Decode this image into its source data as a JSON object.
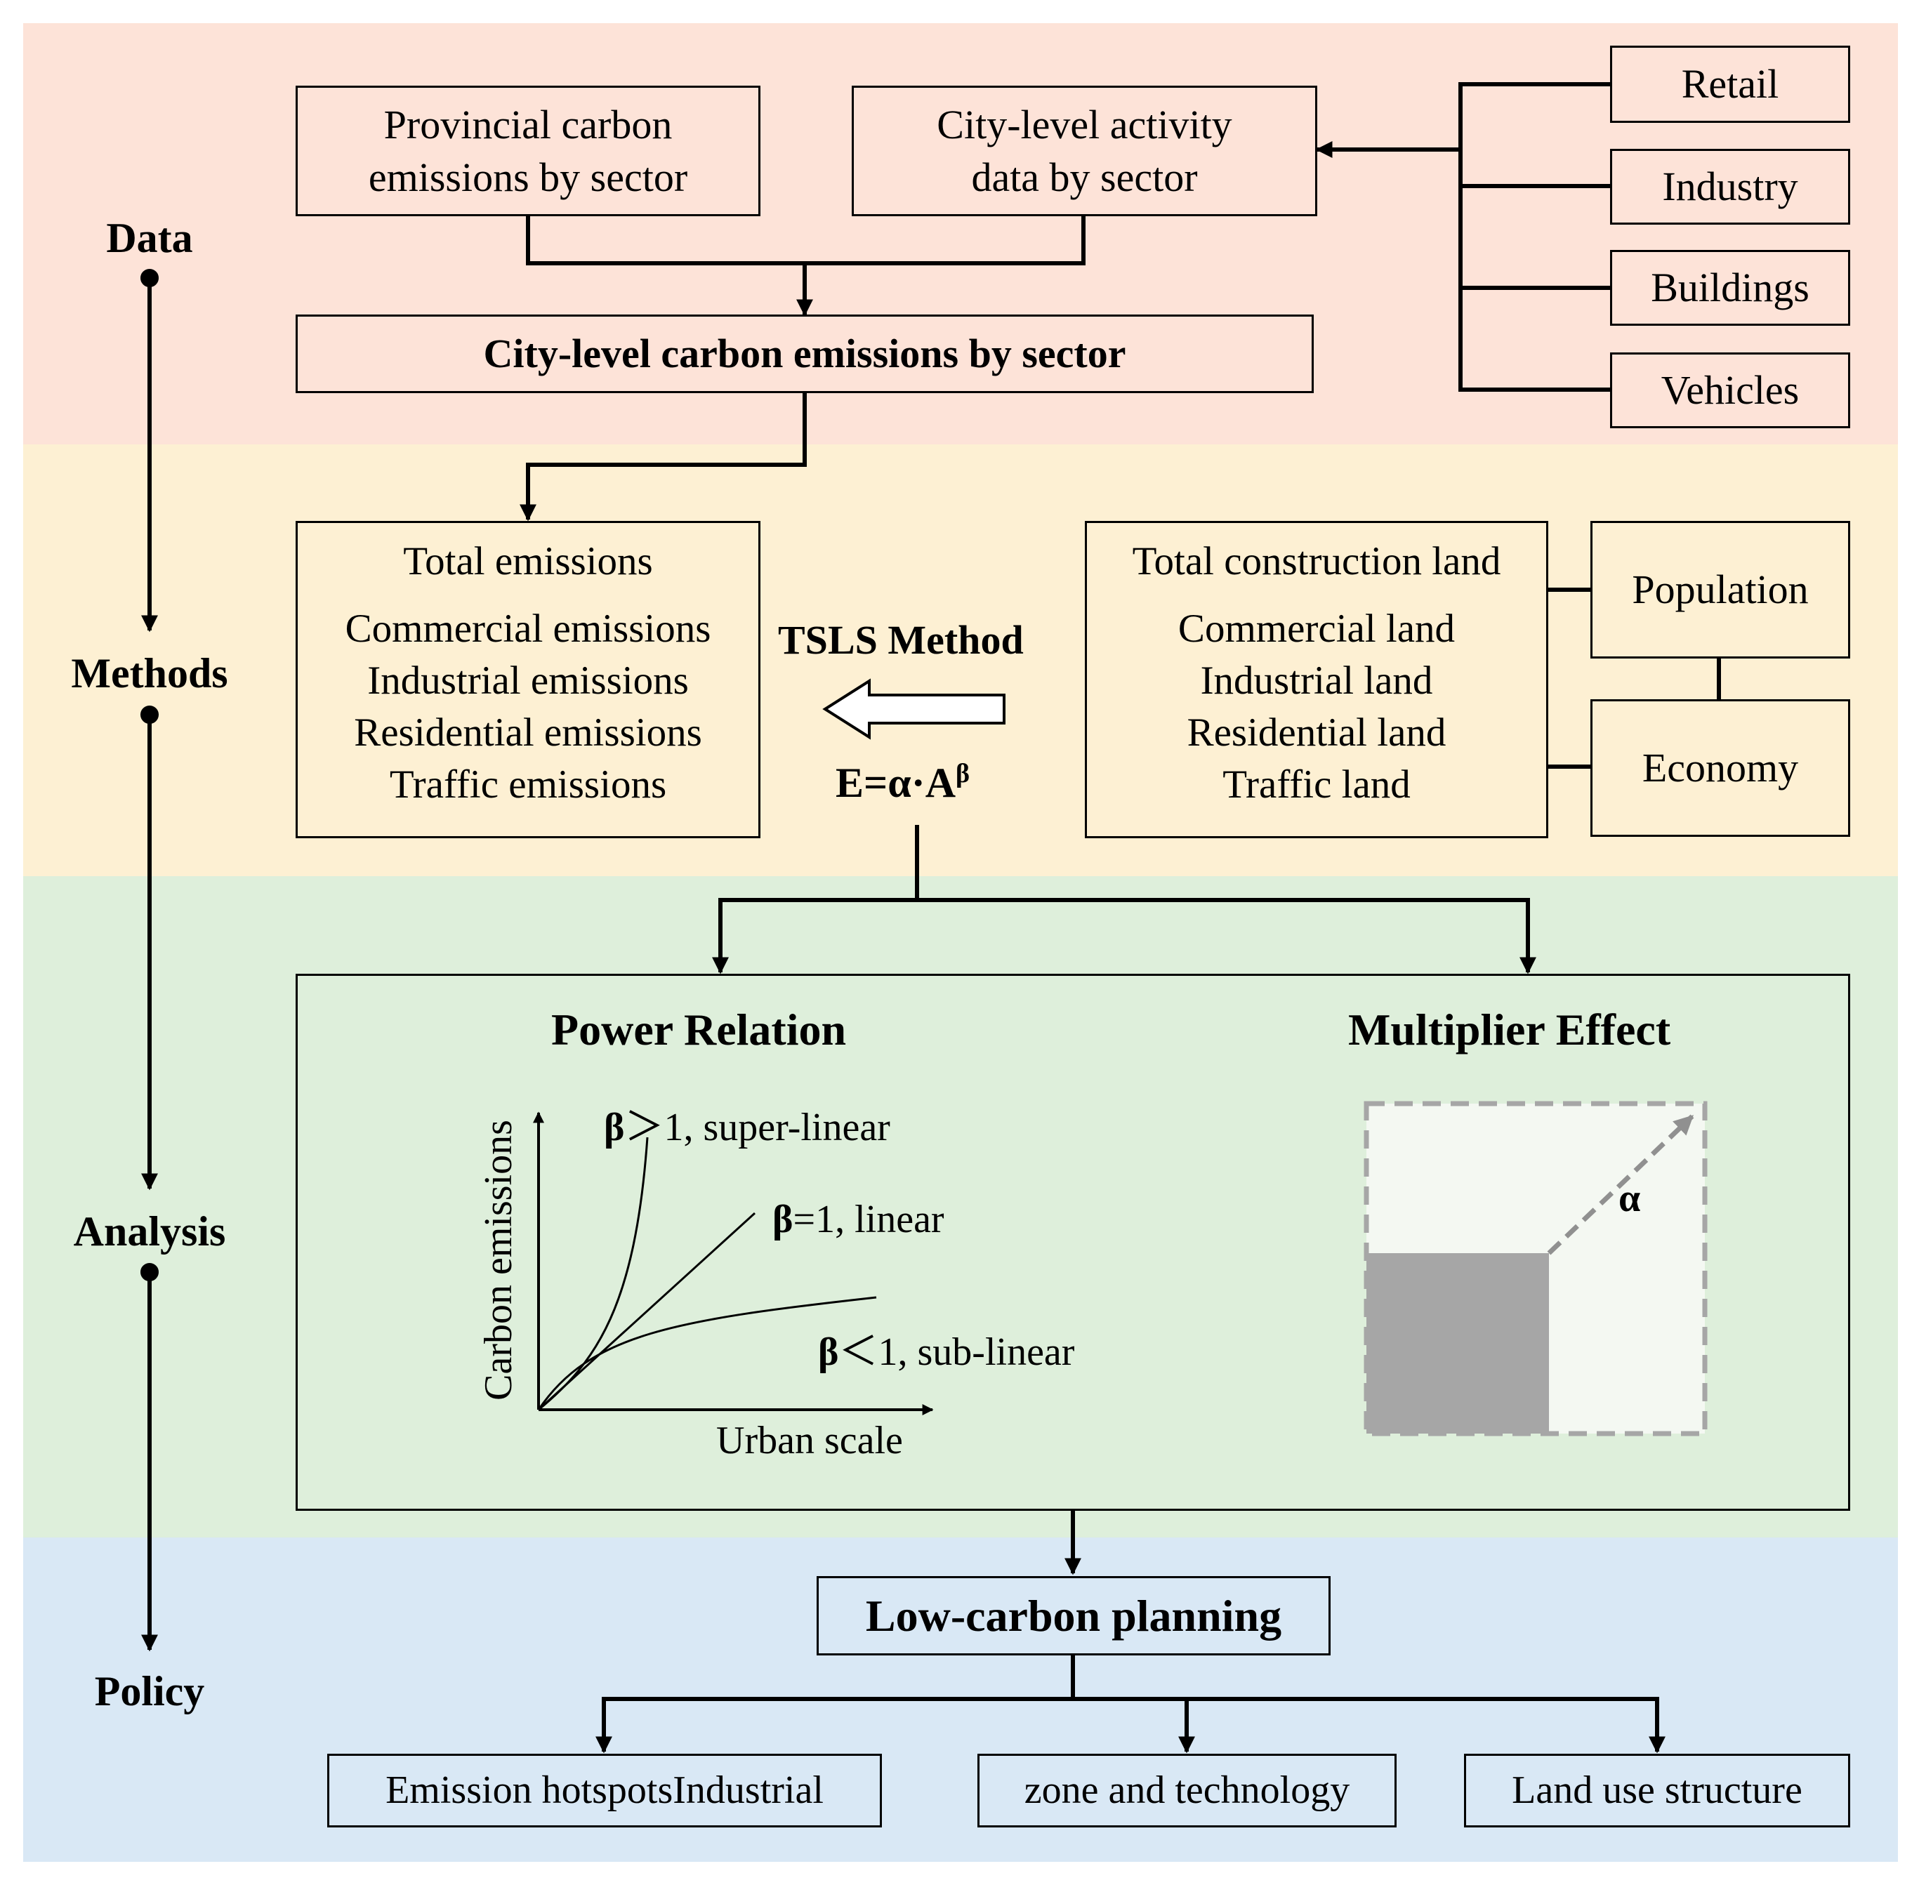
{
  "colors": {
    "data_band": "#fde3d8",
    "methods_band": "#fdf0d3",
    "analysis_band": "#deefdb",
    "policy_band": "#d9e8f5",
    "square_fill": "#a6a6a6",
    "dashed_fill": "#f4f8f2",
    "dash_color": "#a6a6a6"
  },
  "stages": [
    "Data",
    "Methods",
    "Analysis",
    "Policy"
  ],
  "data": {
    "provincial_box": [
      "Provincial carbon",
      "emissions by sector"
    ],
    "activity_box": [
      "City-level activity",
      "data by sector"
    ],
    "sectors": [
      "Retail",
      "Industry",
      "Buildings",
      "Vehicles"
    ],
    "city_emissions_box": "City-level carbon emissions by sector"
  },
  "methods": {
    "emissions_box": {
      "title": "Total emissions",
      "items": [
        "Commercial emissions",
        "Industrial emissions",
        "Residential emissions",
        "Traffic emissions"
      ]
    },
    "tsls_label": "TSLS Method",
    "formula_base": "E=α·A",
    "formula_exp": "β",
    "land_box": {
      "title": "Total construction land",
      "items": [
        "Commercial land",
        "Industrial land",
        "Residential land",
        "Traffic land"
      ]
    },
    "drivers": [
      "Population",
      "Economy"
    ]
  },
  "analysis": {
    "power_title": "Power Relation",
    "multiplier_title": "Multiplier Effect",
    "y_axis_label": "Carbon emissions",
    "x_axis_label": "Urban scale",
    "curves": [
      {
        "beta": "β",
        "rel": "＞1, super-linear"
      },
      {
        "beta": "β",
        "rel": "=1, linear"
      },
      {
        "beta": "β",
        "rel": "＜1, sub-linear"
      }
    ],
    "alpha_label": "α"
  },
  "policy": {
    "planning_box": "Low-carbon planning",
    "outputs": [
      "Emission hotspotsIndustrial",
      "zone and technology",
      "Land use structure"
    ]
  }
}
